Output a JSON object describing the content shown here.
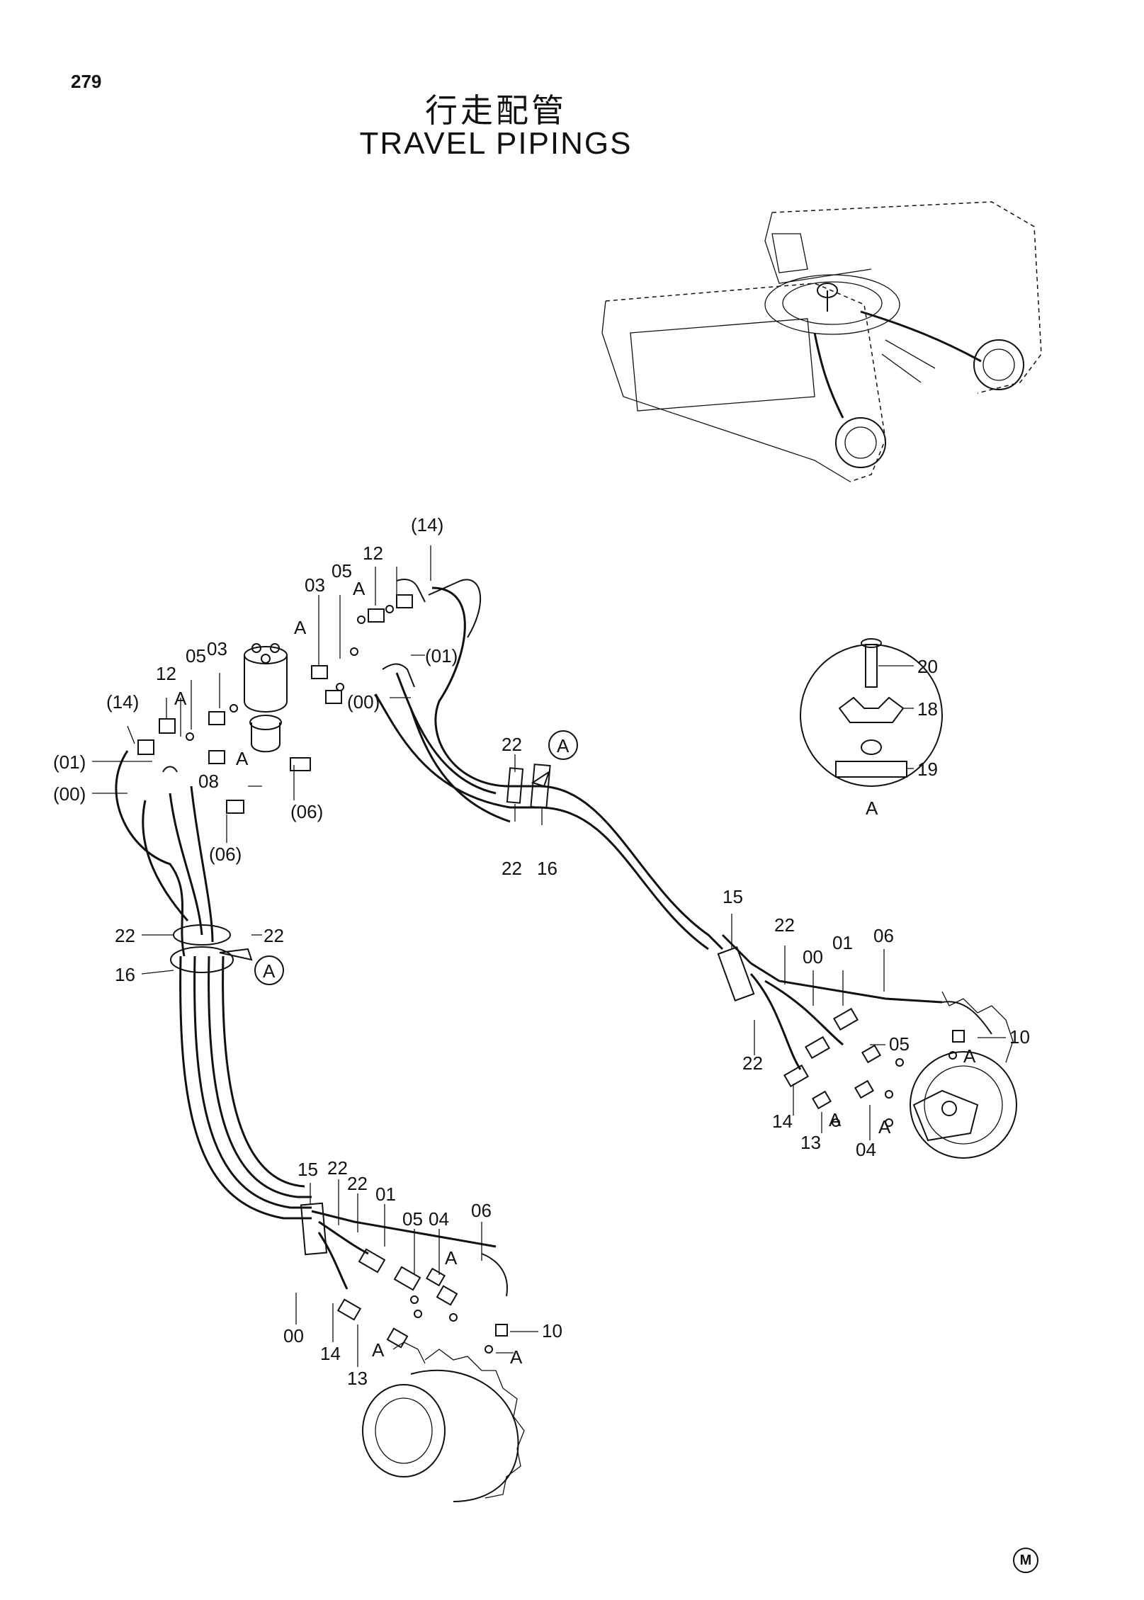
{
  "page_number": "279",
  "title_cn": "行走配管",
  "title_en": "TRAVEL PIPINGS",
  "corner_mark": "M",
  "callouts": {
    "c14p_top": "(14)",
    "c12_top": "12",
    "c05_top": "05",
    "c03_top": "03",
    "cA_top": "A",
    "cA_top2": "A",
    "c01p_top": "(01)",
    "c00p_top": "(00)",
    "c12_left": "12",
    "c05_left": "05",
    "c03_left": "03",
    "cA_left": "A",
    "c14p_left": "(14)",
    "c01p_left": "(01)",
    "c00p_left": "(00)",
    "c08": "08",
    "cA_08": "A",
    "c06p_mid": "(06)",
    "c06p_left": "(06)",
    "c22_a": "22",
    "c22_b": "22",
    "c16_mid": "16",
    "c22_l1": "22",
    "c22_l2": "22",
    "c16_left": "16",
    "c15_r": "15",
    "c22_r1": "22",
    "c00_r": "00",
    "c01_r": "01",
    "c06_r": "06",
    "c05_r": "05",
    "c10_r": "10",
    "cA_r1": "A",
    "c22_r2": "22",
    "c14_r": "14",
    "c13_r": "13",
    "c04_r": "04",
    "cA_r2": "A",
    "cA_r3": "A",
    "c15_b": "15",
    "c22_b1": "22",
    "c22_b2": "22",
    "c01_b": "01",
    "c05_b": "05",
    "c04_b": "04",
    "c06_b": "06",
    "cA_b1": "A",
    "c00_b": "00",
    "c14_b": "14",
    "c13_b": "13",
    "cA_b2": "A",
    "c10_b": "10",
    "cA_b3": "A",
    "cA_circ1": "A",
    "cA_circ2": "A",
    "detail_20": "20",
    "detail_18": "18",
    "detail_19": "19",
    "detail_A": "A"
  }
}
